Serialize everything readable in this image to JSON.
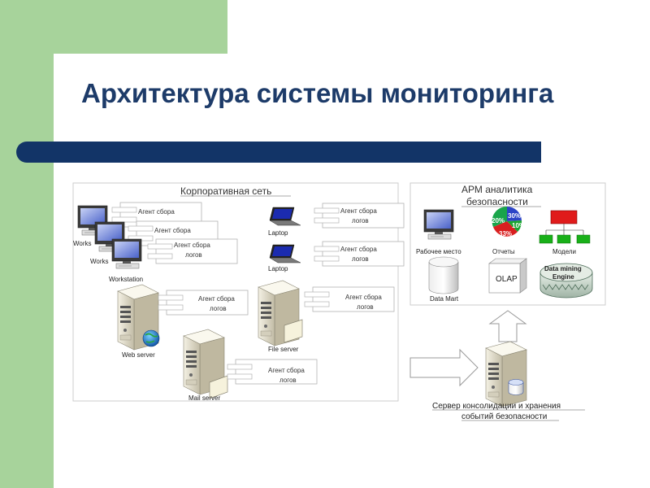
{
  "slide": {
    "title": "Архитектура системы мониторинга"
  },
  "corporate_network": {
    "label": "Корпоративная сеть",
    "agent_single": "Агент сбора",
    "agent_two_lines": [
      "Агент сбора",
      "логов"
    ],
    "nodes": {
      "workstation_1": "Works",
      "workstation_2": "Works",
      "workstation_3": "Workstation",
      "laptop_1": "Laptop",
      "laptop_2": "Laptop",
      "web_server": "Web server",
      "file_server": "File server",
      "mail_server": "Mail server"
    }
  },
  "security_analyst_workstation": {
    "label_lines": [
      "АРМ аналитика",
      "безопасности"
    ],
    "items": {
      "workplace": "Рабочее место",
      "reports": "Отчеты",
      "models": "Модели",
      "data_mart": "Data Mart",
      "olap": "OLAP",
      "data_mining_engine": [
        "Data mining",
        "Engine"
      ]
    },
    "pie_labels": [
      "30%",
      "20%",
      "10%",
      "33%"
    ]
  },
  "consolidation_server": {
    "label_lines": [
      "Сервер консолидации и хранения",
      "событий безопасности"
    ]
  },
  "colors": {
    "title": "#1d3b69",
    "bar": "#123467",
    "accent_green": "#a7d39b",
    "model_box_red": "#e01b1b",
    "model_box_green": "#19b019"
  }
}
